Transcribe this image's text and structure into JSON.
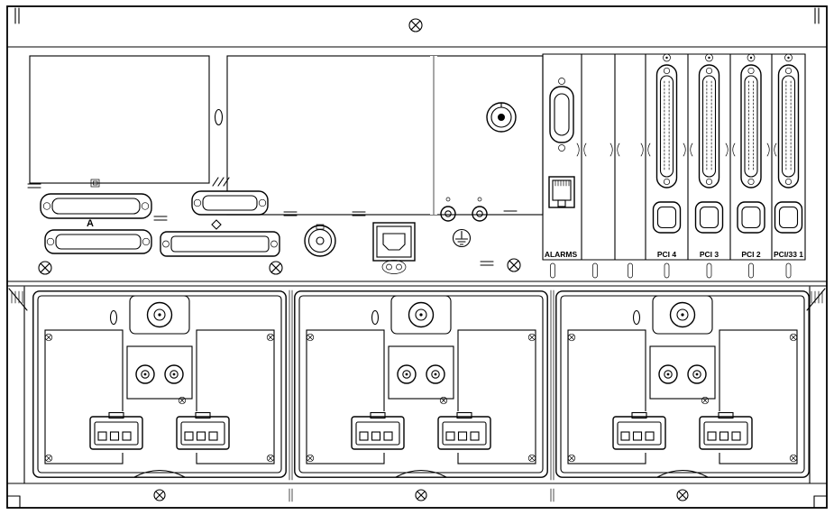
{
  "diagram": {
    "type": "hardware-rear-panel-line-drawing",
    "colors": {
      "line": "#000000",
      "background": "#ffffff"
    },
    "labels": {
      "serial_port": "A",
      "alarms_slot": "ALARMS",
      "pci_slot_4": "PCI 4",
      "pci_slot_3": "PCI 3",
      "pci_slot_2": "PCI 2",
      "pci_slot_1": "PCI/33 1"
    },
    "icons": {
      "top_screw": "phillips-screw",
      "dsub_top_symbol": "square",
      "db15_symbol": "triple-slash",
      "scsi_symbol": "diamond",
      "fcal_symbol": "infinity",
      "ground_symbol": "earth-ground"
    }
  }
}
